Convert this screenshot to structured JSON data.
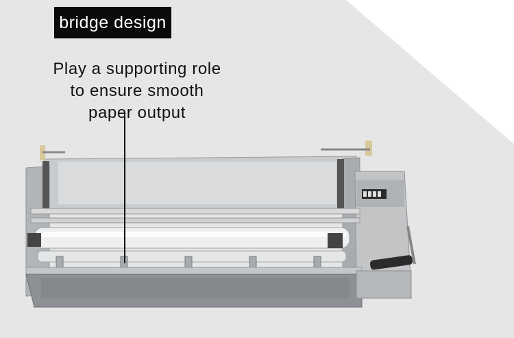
{
  "badge": {
    "label": "bridge design"
  },
  "caption": {
    "lines": [
      "Play a supporting role",
      "to ensure smooth",
      "paper output"
    ]
  },
  "image": {
    "subject": "laminating-machine",
    "colors": {
      "background_light": "#e6e6e6",
      "badge": "#0a0a0a",
      "metal": "#bfc3c6"
    }
  }
}
